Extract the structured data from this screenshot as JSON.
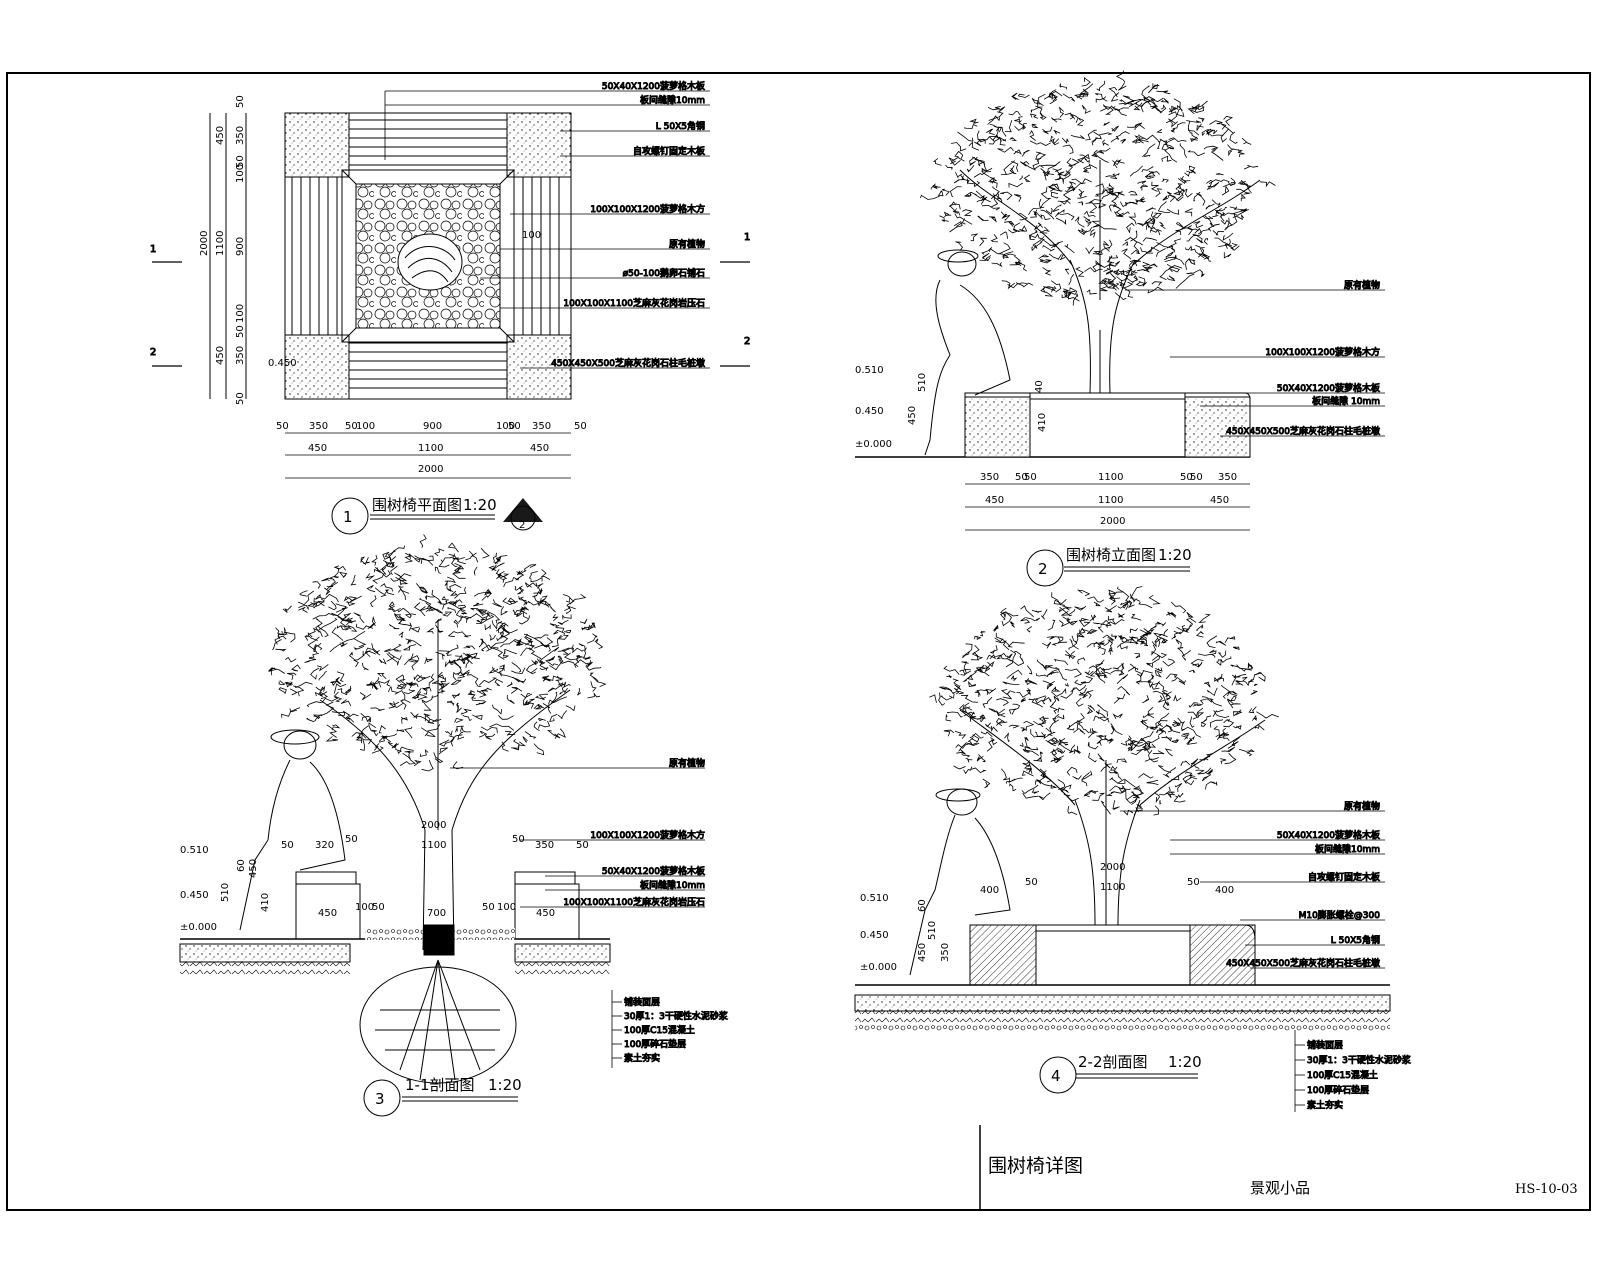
{
  "titles": {
    "plan": {
      "num": "1",
      "name": "围树椅平面图",
      "scale": "1:20",
      "ref": "2"
    },
    "elev": {
      "num": "2",
      "name": "围树椅立面图",
      "scale": "1:20"
    },
    "sec1": {
      "num": "3",
      "name": "1-1剖面图",
      "scale": "1:20"
    },
    "sec2": {
      "num": "4",
      "name": "2-2剖面图",
      "scale": "1:20"
    }
  },
  "title_block": {
    "title": "围树椅详图",
    "subtitle": "景观小品",
    "code": "HS-10-03"
  },
  "plan": {
    "section_marks": [
      "1",
      "1",
      "2",
      "2"
    ],
    "callouts": [
      "50X40X1200菠萝格木板",
      "板间缝隙10mm",
      "L 50X5角钢",
      "自攻螺钉固定木板",
      "100X100X1200菠萝格木方",
      "原有植物",
      "ø50-100鹅卵石铺石",
      "100X100X1100芝麻灰花岗岩压石",
      "450X450X500芝麻灰花岗石柱毛桩墩"
    ],
    "dims_left": [
      "50",
      "350",
      "450",
      "50",
      "100",
      "1100",
      "900",
      "100",
      "50",
      "350",
      "450",
      "50",
      "2000"
    ],
    "dims_bottom_1": [
      "50",
      "350",
      "50",
      "100",
      "900",
      "100",
      "50",
      "350",
      "50"
    ],
    "dims_bottom_2": [
      "450",
      "1100",
      "450"
    ],
    "dims_bottom_3": [
      "2000"
    ],
    "dim_inner": "100",
    "elev_mark": "0.450"
  },
  "elev": {
    "callouts": [
      "原有植物",
      "100X100X1200菠萝格木方",
      "50X40X1200菠萝格木板",
      "板间缝隙 10mm",
      "450X450X500芝麻灰花岗石柱毛桩墩"
    ],
    "levels": [
      "0.510",
      "0.450",
      "±0.000"
    ],
    "dims_vert": [
      "510",
      "450",
      "40",
      "410"
    ],
    "dims_bottom_1": [
      "350",
      "50",
      "50",
      "1100",
      "50",
      "50",
      "350"
    ],
    "dims_bottom_2": [
      "450",
      "1100",
      "450"
    ],
    "dims_bottom_3": [
      "2000"
    ]
  },
  "sec1": {
    "callouts": [
      "原有植物",
      "100X100X1200菠萝格木方",
      "50X40X1200菠萝格木板",
      "板间缝隙10mm",
      "100X100X1100芝麻灰花岗岩压石"
    ],
    "layers": [
      "铺装面层",
      "30厚1：3干硬性水泥砂浆",
      "100厚C15混凝土",
      "100厚碎石垫层",
      "素土夯实"
    ],
    "levels": [
      "0.510",
      "0.450",
      "±0.000"
    ],
    "dims": [
      "2000",
      "1100",
      "50",
      "320",
      "50",
      "50",
      "350",
      "50",
      "450",
      "100",
      "50",
      "700",
      "50",
      "100",
      "450",
      "60",
      "450",
      "510",
      "410"
    ]
  },
  "sec2": {
    "callouts": [
      "原有植物",
      "50X40X1200菠萝格木板",
      "板间缝隙10mm",
      "自攻螺钉固定木板",
      "M10膨胀螺栓@300",
      "L 50X5角钢",
      "450X450X500芝麻灰花岗石柱毛桩墩"
    ],
    "layers": [
      "铺装面层",
      "30厚1：3干硬性水泥砂浆",
      "100厚C15混凝土",
      "100厚碎石垫层",
      "素土夯实"
    ],
    "levels": [
      "0.510",
      "0.450",
      "±0.000"
    ],
    "dims": [
      "2000",
      "1100",
      "50",
      "400",
      "50",
      "400",
      "60",
      "510",
      "450",
      "350"
    ]
  }
}
